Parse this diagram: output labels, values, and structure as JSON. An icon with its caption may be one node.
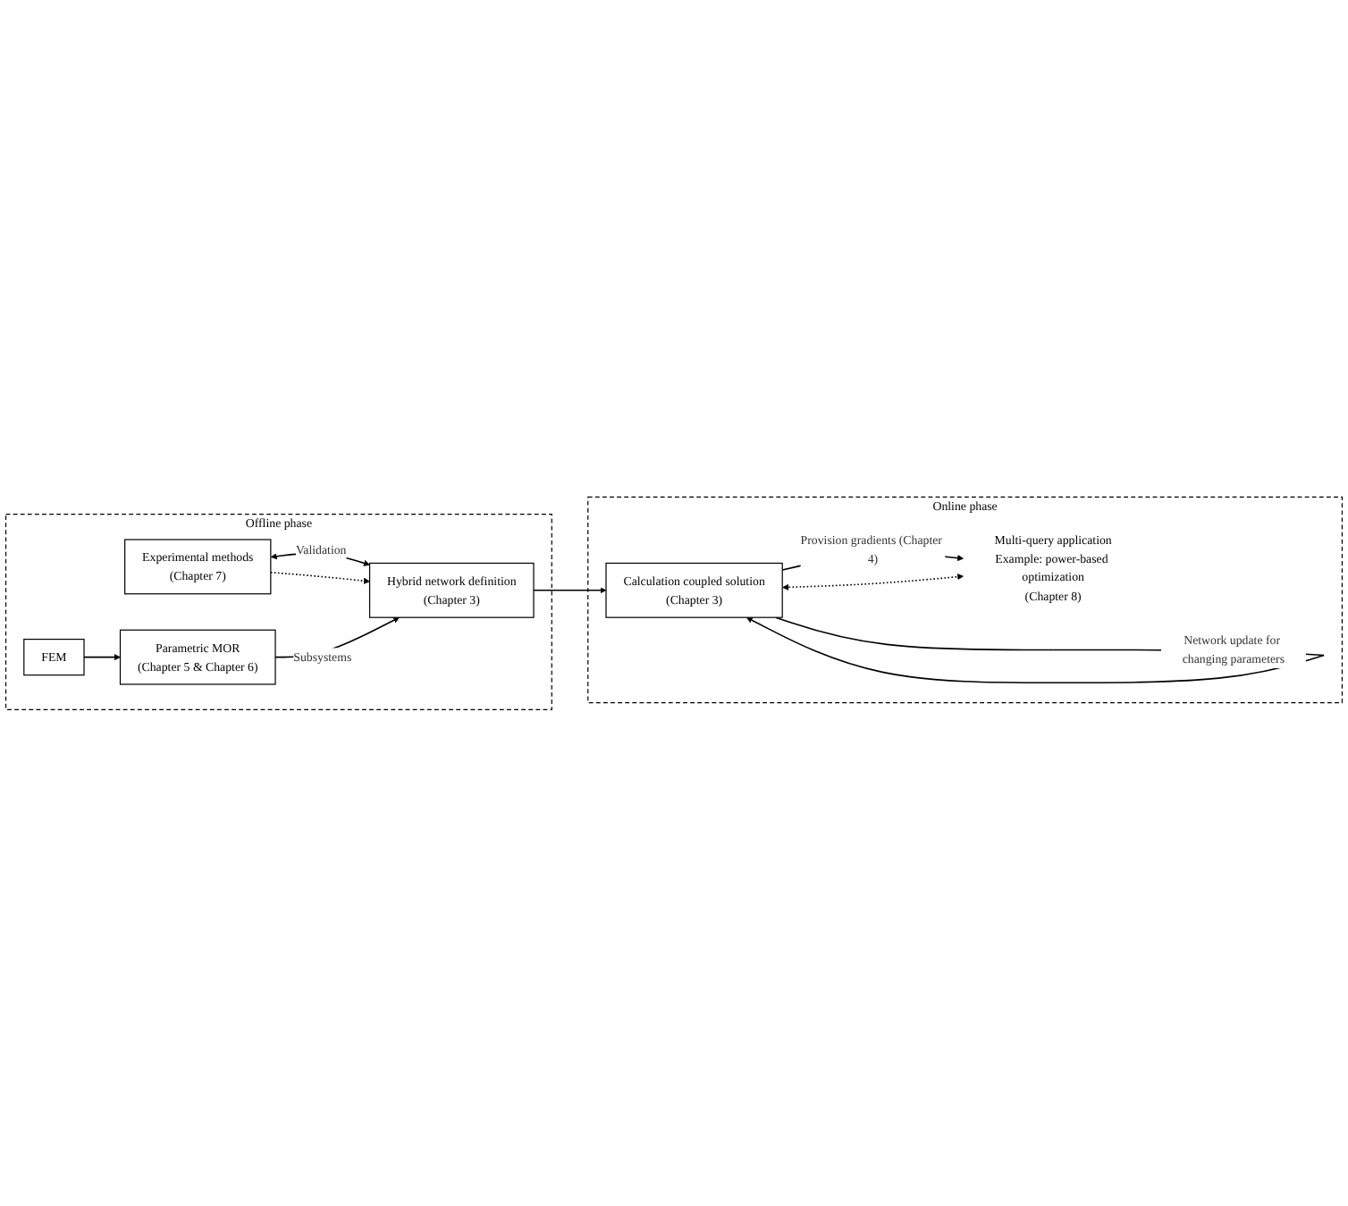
{
  "diagram": {
    "nodes": [
      {
        "text": [
          "Offline phase"
        ]
      },
      {
        "text": [
          "Experimental methods",
          "(Chapter 7)"
        ],
        "in": 0
      },
      {
        "text": [
          "Hybrid network definition",
          "(Chapter 3)"
        ],
        "in": 0
      },
      {
        "text": [
          "Parametric MOR",
          "(Chapter 5 & Chapter 6)"
        ],
        "in": 0
      },
      {
        "text": [
          "FEM"
        ],
        "in": 0
      },
      {
        "text": [
          "Online phase"
        ]
      },
      {
        "text": [
          "Calculation coupled solution",
          "(Chapter 3)"
        ],
        "in": 5
      },
      {
        "text": [
          "Multi-query application",
          "Example: power-based optimization",
          "(Chapter 8)"
        ],
        "in": 5
      }
    ],
    "edges": [
      {
        "from": 1,
        "to": 2,
        "arrow": "both",
        "label": "Validation"
      },
      {
        "from": 1,
        "to": 2,
        "arrow": "to",
        "style": "dashed"
      },
      {
        "from": 3,
        "to": 2,
        "arrow": "to",
        "label": "Subsystems"
      },
      {
        "from": 4,
        "to": 3,
        "arrow": "to"
      },
      {
        "from": 2,
        "to": 6,
        "arrow": "to"
      },
      {
        "from": 6,
        "to": 6,
        "arrow": "to",
        "label": "Network update for changing parameters"
      },
      {
        "from": 6,
        "to": 7,
        "arrow": "to",
        "label": "Provision gradients (Chapter 4)"
      },
      {
        "from": 6,
        "to": 7,
        "arrow": "both",
        "style": "dashed"
      }
    ]
  }
}
